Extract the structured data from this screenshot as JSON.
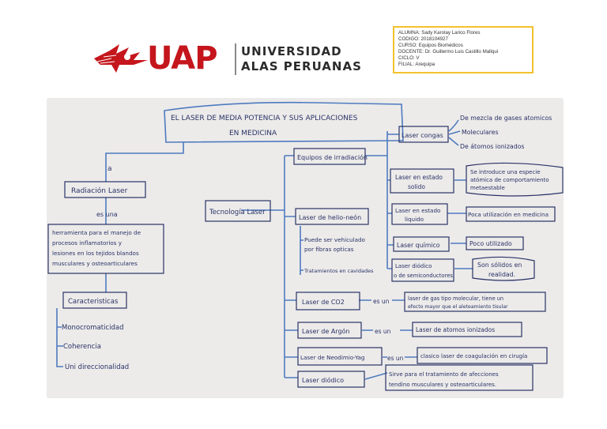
{
  "header": {
    "logo": {
      "acronym": "UAP",
      "name_line1": "UNIVERSIDAD",
      "name_line2": "ALAS PERUANAS"
    },
    "info": {
      "alumna": "ALUMNA: Sady Karolay Larico Flores",
      "codigo": "CODIGO: 2018104927",
      "curso": "CURSO: Equipos Biomédicos",
      "docente": "DOCENTE: Dr. Guillermo Luis Castillo Mallqui",
      "ciclo": "CICLO: V",
      "filial": "FILIAL: Arequipa"
    }
  },
  "colors": {
    "ink": "#2a3266",
    "line": "#4f7bbf",
    "paper": "#ecebea",
    "brand_red": "#c4161c",
    "border_gold": "#f2c12e"
  },
  "diagram": {
    "title_line1": "EL LASER DE MEDIA POTENCIA Y SUS APLICACIONES",
    "title_line2": "EN MEDICINA",
    "left": {
      "connector_a": "a",
      "radiacion": "Radiación Laser",
      "es_una": "es una",
      "definicion": [
        "herramienta para el manejo de",
        "procesos inflamatorios y",
        "lesiones en los tejidos blandos",
        "musculares y osteoarticulares"
      ],
      "caracteristicas": "Caracteristicas",
      "items": [
        "Monocromaticidad",
        "Coherencia",
        "Uni direccionalidad"
      ]
    },
    "center": "Tecnología Laser",
    "equipos": {
      "label": "Equipos de irradiación",
      "types": [
        {
          "label": "Laser congas",
          "notes": [
            "De mezcla de gases atomicos",
            "Moleculares",
            "De átomos ionizados"
          ]
        },
        {
          "label": [
            "Laser en estado",
            "solido"
          ],
          "note": [
            "Se introduce una especie",
            "atómica de comportamiento",
            "metaestable"
          ]
        },
        {
          "label": [
            "Laser en estado",
            "liquido"
          ],
          "note": "Poca utilización en medicina"
        },
        {
          "label": "Laser químico",
          "note": "Poco utilizado"
        },
        {
          "label": [
            "Laser diódico",
            "o de semiconductores"
          ],
          "note": [
            "Son sólidos en",
            "realidad."
          ]
        }
      ]
    },
    "helio": {
      "label": "Laser de helio-neón",
      "notes": [
        [
          "Puede ser vehiculado",
          "por fibras opticas"
        ],
        "Tratamientos en cavidades"
      ]
    },
    "lasers": [
      {
        "label": "Laser de CO2",
        "link": "es un",
        "desc": [
          "laser de gas tipo molecular, tiene un",
          "efecto mayor que el aleteamiento tisular"
        ]
      },
      {
        "label": "Laser de Argón",
        "link": "es un",
        "desc": "Laser de atomos ionizados"
      },
      {
        "label": "Laser de Neodimio-Yag",
        "link": "es un",
        "desc": "clasico laser de coagulación en cirugía"
      },
      {
        "label": "Laser diódico",
        "link": "",
        "desc": [
          "Sirve para el tratamiento de afecciones",
          "tendino musculares y osteoarticulares."
        ]
      }
    ]
  }
}
